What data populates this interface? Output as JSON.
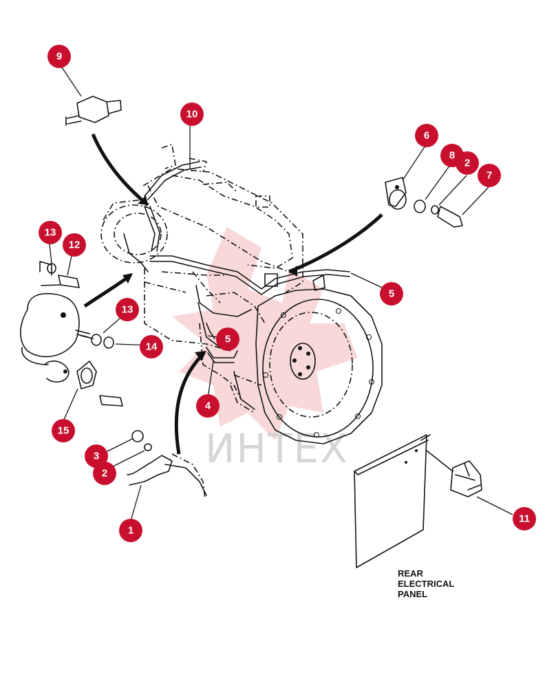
{
  "diagram": {
    "watermark_text": "ИНТЕХ",
    "panel_label_lines": [
      "REAR",
      "ELECTRICAL",
      "PANEL"
    ],
    "colors": {
      "callout": "#c8102e",
      "ink": "#111111",
      "watermark": "#f2b8b8"
    },
    "callouts": [
      "9",
      "10",
      "6",
      "8",
      "2",
      "7",
      "13",
      "12",
      "5",
      "13",
      "14",
      "5",
      "4",
      "15",
      "3",
      "2",
      "1",
      "11"
    ]
  }
}
